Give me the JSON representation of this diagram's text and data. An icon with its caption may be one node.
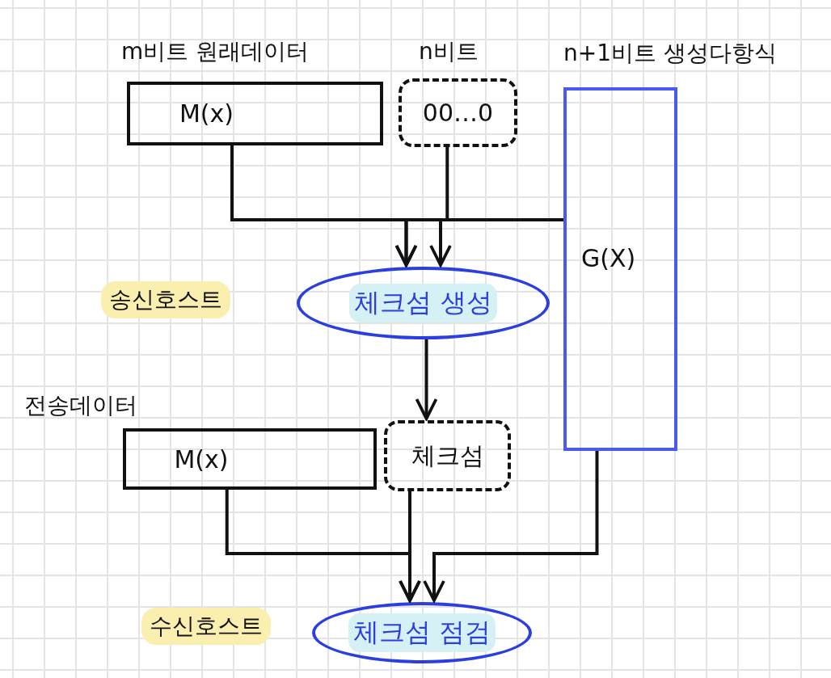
{
  "diagram": {
    "nodes": [
      {
        "text": [
          "m비트 원래데이터",
          "M(x)"
        ]
      },
      {
        "text": [
          "n비트",
          "00…0"
        ]
      },
      {
        "text": [
          "n+1비트 생성다항식",
          "G(X)"
        ]
      },
      {
        "text": [
          "체크섬 생성"
        ],
        "beside": [
          "송신호스트"
        ]
      },
      {
        "text": [
          "전송데이터",
          "M(x)"
        ]
      },
      {
        "text": [
          "체크섬"
        ]
      },
      {
        "text": [
          "체크섬 점검"
        ],
        "beside": [
          "수신호스트"
        ]
      }
    ],
    "edges": [
      {
        "from": 0,
        "to": 3,
        "arrow": "to"
      },
      {
        "from": 1,
        "to": 3,
        "arrow": "to"
      },
      {
        "from": 2,
        "to": 3,
        "arrow": "to"
      },
      {
        "from": 3,
        "to": 5,
        "arrow": "to"
      },
      {
        "from": 4,
        "to": 6,
        "arrow": "to"
      },
      {
        "from": 5,
        "to": 6,
        "arrow": "to"
      },
      {
        "from": 2,
        "to": 6,
        "arrow": "to"
      }
    ]
  }
}
